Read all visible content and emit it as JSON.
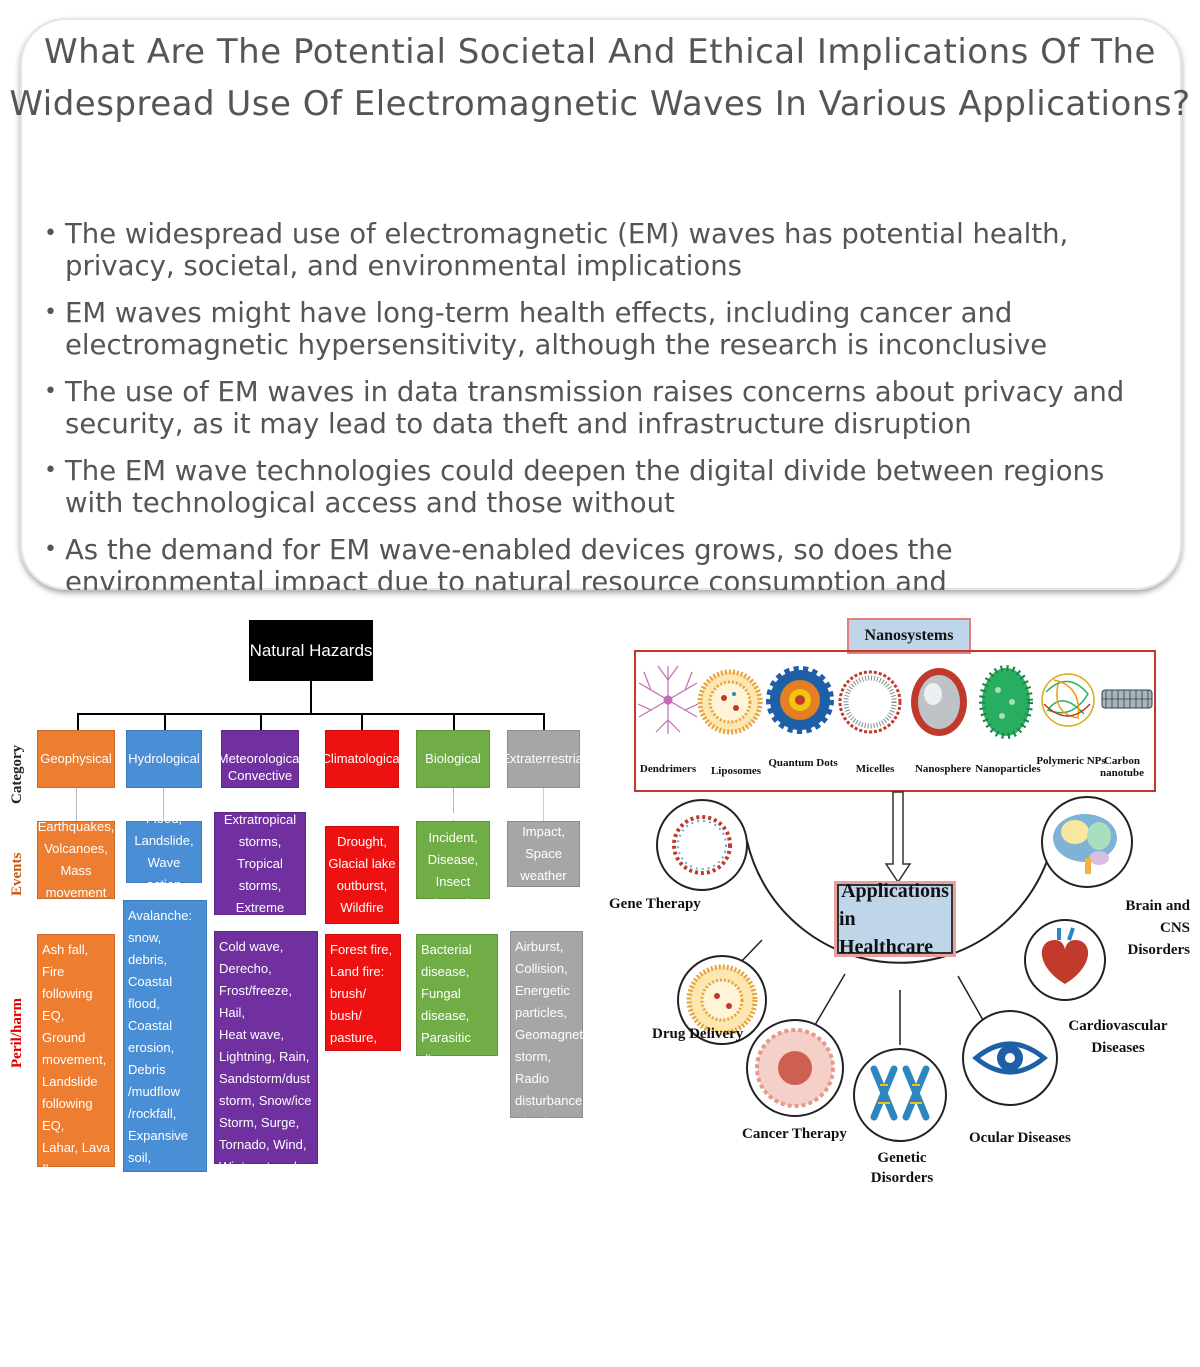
{
  "title": "What Are The Potential Societal And Ethical Implications Of The Widespread Use Of Electromagnetic Waves In Various Applications?",
  "bullets": [
    "The widespread use of electromagnetic (EM) waves has potential health, privacy, societal, and environmental implications",
    "EM waves might have long-term health effects, including cancer and electromagnetic hypersensitivity, although the research is inconclusive",
    "The use of EM waves in data transmission raises concerns about privacy and security, as it may lead to data theft and infrastructure disruption",
    "The EM wave technologies could deepen the digital divide between regions with technological access and those without",
    "As the demand for EM wave-enabled devices grows, so does the environmental impact due to natural resource consumption and"
  ],
  "hazards": {
    "root": "Natural Hazards",
    "row_labels": {
      "category": "Category",
      "events": "Events",
      "peril": "Peril/harm"
    },
    "columns": [
      {
        "category": "Geophysical",
        "color": "#ed7d31",
        "events": "Earthquakes, Volcanoes, Mass movement",
        "peril": "Ash fall, Fire\nfollowing EQ,\nGround\nmovement,\nLandslide\nfollowing EQ,\nLahar, Lava flow\nLiquefaction,\nPyroclastic flow,\nTsunami."
      },
      {
        "category": "Hydrological",
        "color": "#4a8fd6",
        "events": "Flood, Landslide, Wave action",
        "peril": "Avalanche:\nsnow, debris,\nCoastal flood,\nCoastal erosion,\nDebris /mudflow\n/rockfall,\nExpansive soil,\nFlash flood,\nIce jam flood,\nRiverine flood,\nRogue wave,\nSeiche, Sinkhole"
      },
      {
        "category": "Meteorological",
        "color": "#7030a0",
        "events": "Convective storms, Extratropical storms, Tropical storms, Extreme temperature, Fog",
        "peril": "Cold wave, Derecho,\nFrost/freeze, Hail,\nHeat wave,\nLightning, Rain,\nSandstorm/dust\nstorm, Snow/ice\nStorm, Surge,\nTornado, Wind,\nWinter storm/\nblizzard"
      },
      {
        "category": "Climatological",
        "color": "#ee1111",
        "events": "Drought, Glacial lake outburst, Wildfire",
        "peril": "Forest fire,\nLand fire:\nbrush/ bush/\npasture,\nSubsidence"
      },
      {
        "category": "Biological",
        "color": "#70ad47",
        "events": "Animal Incident, Disease, Insect Infestation",
        "peril": "Bacterial disease,\nFungal disease,\nParasitic disease,\nPrion disease,\nViral disease"
      },
      {
        "category": "Extraterrestrial",
        "color": "#a6a6a6",
        "events": "Impact, Space weather",
        "peril": "Airburst,\nCollision,\nEnergetic\nparticles,\nGeomagnetic\nstorm, Radio\ndisturbance,\nShockwave"
      }
    ]
  },
  "nano": {
    "header": "Nanosystems",
    "types": [
      "Dendrimers",
      "Liposomes",
      "Quantum Dots",
      "Micelles",
      "Nanosphere",
      "Nanoparticles",
      "Polymeric NPs",
      "Carbon nanotube"
    ],
    "applications_header": [
      "Applications",
      "in Healthcare"
    ],
    "applications": [
      "Gene Therapy",
      "Drug Delivery",
      "Cancer Therapy",
      "Genetic Disorders",
      "Ocular Diseases",
      "Cardiovascular Diseases",
      "Brain and CNS Disorders"
    ]
  },
  "icons": [
    "dendrimer-icon",
    "liposome-icon",
    "quantum-dot-icon",
    "micelle-icon",
    "nanosphere-icon",
    "nanoparticle-icon",
    "polymeric-np-icon",
    "carbon-nanotube-icon",
    "dna-icon",
    "cell-icon",
    "chromosome-icon",
    "eye-icon",
    "heart-icon",
    "brain-icon"
  ]
}
